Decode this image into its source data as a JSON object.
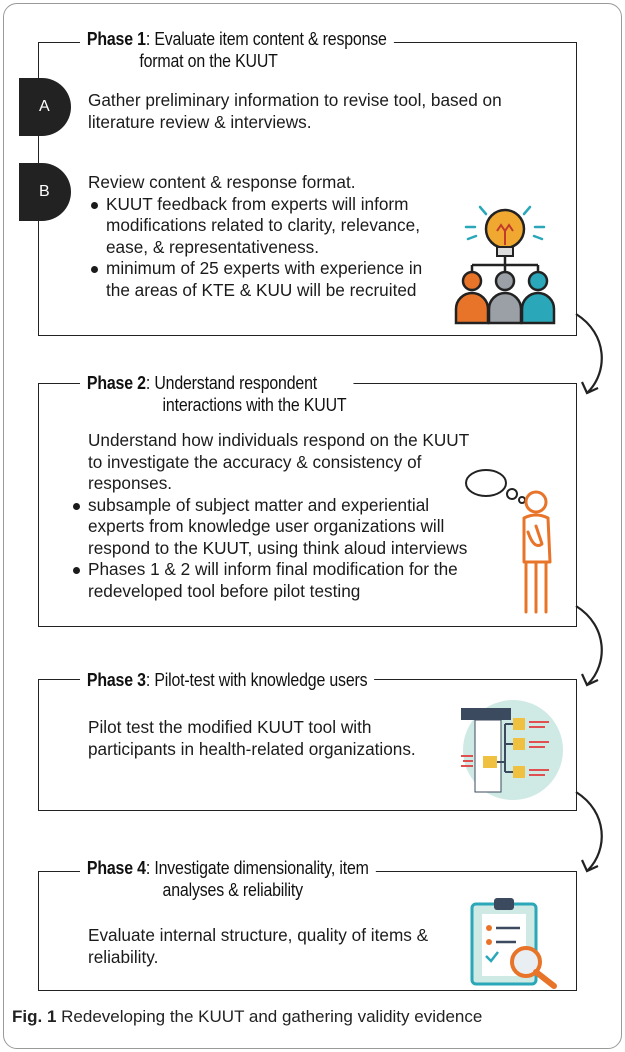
{
  "phases": [
    {
      "label": "Phase 1",
      "title_line1": ": Evaluate item content & response",
      "title_line2": "format on the KUUT",
      "steps": [
        {
          "letter": "A",
          "text": "Gather preliminary information to revise tool, based on literature review & interviews."
        },
        {
          "letter": "B",
          "text": "Review content & response format.",
          "bullets": [
            "KUUT feedback from experts will inform modifications related to clarity, relevance, ease, & representativeness.",
            "minimum of 25 experts with experience in the areas of KTE & KUU will be recruited"
          ]
        }
      ],
      "icon": "lightbulb-people-icon"
    },
    {
      "label": "Phase 2",
      "title_line1": ": Understand respondent",
      "title_line2": "interactions with the KUUT",
      "intro": "Understand how individuals respond on the KUUT to investigate the accuracy & consistency of responses.",
      "bullets": [
        "subsample of subject matter and experiential experts from knowledge user organizations will respond to the KUUT, using think aloud interviews",
        "Phases 1 & 2 will inform final modification for the redeveloped tool before pilot testing"
      ],
      "icon": "thinking-person-icon"
    },
    {
      "label": "Phase 3",
      "title_line1": ": Pilot-test with knowledge users",
      "text": "Pilot test the modified KUUT tool with participants in health-related organizations.",
      "icon": "org-chart-icon"
    },
    {
      "label": "Phase 4",
      "title_line1": ": Investigate dimensionality, item",
      "title_line2": "analyses & reliability",
      "text": "Evaluate internal structure, quality of items & reliability.",
      "icon": "clipboard-search-icon"
    }
  ],
  "caption": {
    "label": "Fig. 1",
    "text": " Redeveloping the KUUT and gathering validity evidence"
  },
  "colors": {
    "orange": "#e8742a",
    "teal": "#2aa7b8",
    "gray": "#9aa0a6",
    "navy": "#3b4a5e",
    "mint": "#cfe9e4"
  }
}
